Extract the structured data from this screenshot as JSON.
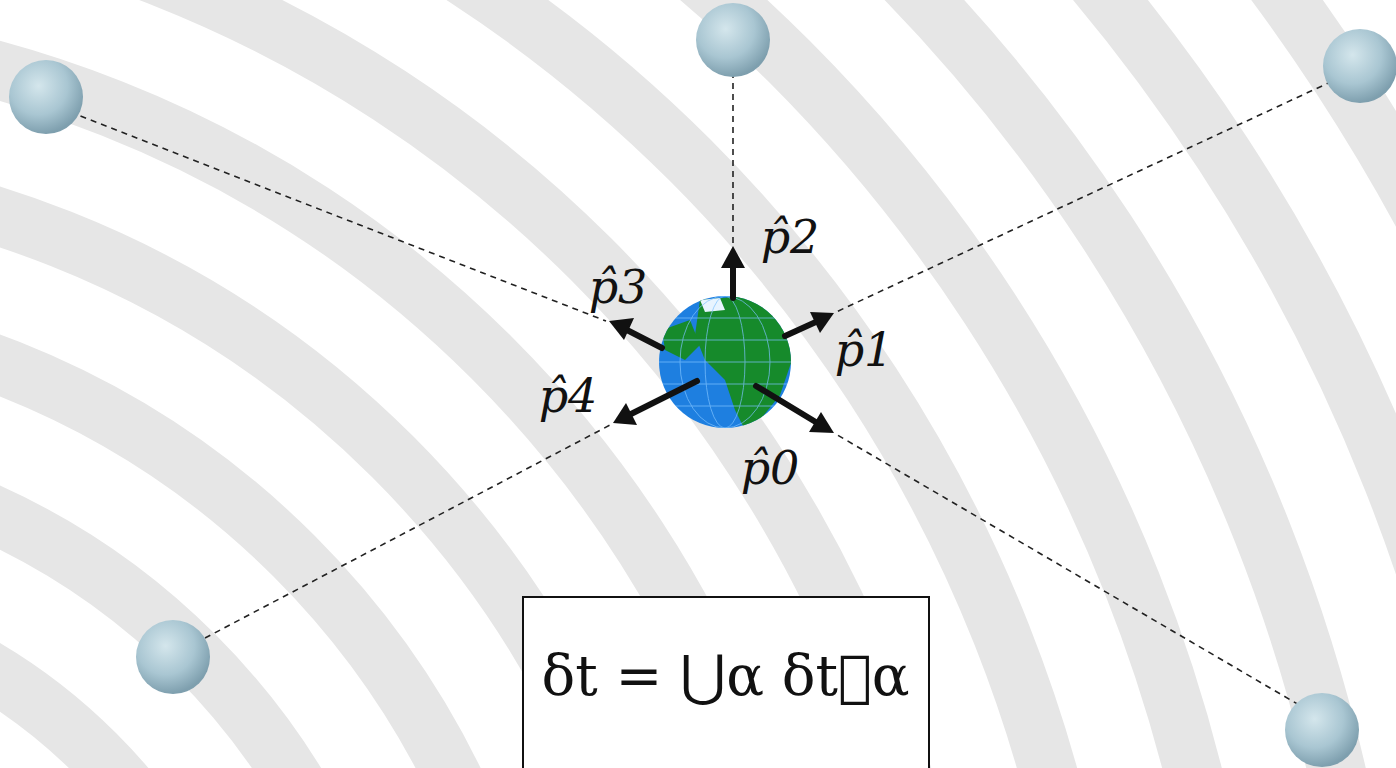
{
  "diagram": {
    "nodes": [
      {
        "text": [
          "δt = ⋃α δt⃗α"
        ]
      }
    ],
    "labels": [
      "p̂2",
      "p̂3",
      "p̂1",
      "p̂4",
      "p̂0"
    ]
  }
}
